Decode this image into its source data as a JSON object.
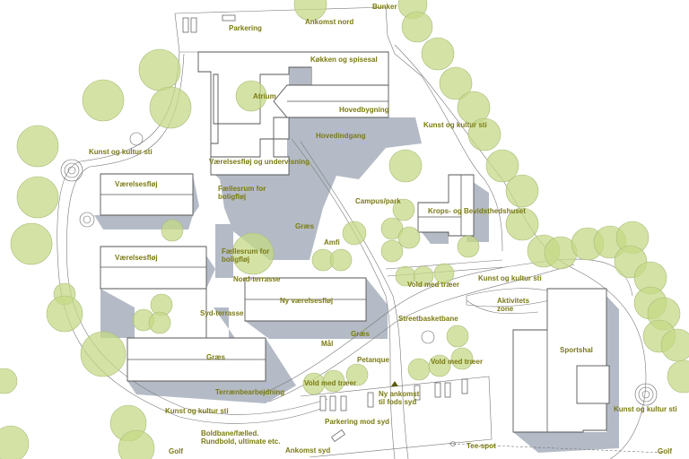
{
  "title": "Site plan",
  "colors": {
    "label": "#7a7a12",
    "tree": "#c5da87",
    "shadow": "#b4bbc6",
    "building_outline": "#555555"
  },
  "labels": {
    "bunker": "Bunker",
    "parkering": "Parkering",
    "ankomst_nord": "Ankomst nord",
    "kokken": "Køkken og spisesal",
    "atrium": "Atrium",
    "hovedbygning": "Hovedbygning",
    "kunst_sti_ne": "Kunst og kultur sti",
    "hovedindgang": "Hovedindgang",
    "kunst_sti_nw": "Kunst og kultur sti",
    "vaerelsesfloj_undervisning": "Værelsesfløj og undervisning",
    "vaerelsesfloj_1": "Værelsesfløj",
    "faellesrum_1": "Fællesrum for boligfløj",
    "campus_park": "Campus/park",
    "krops": "Krops- og Bevidsthedshuset",
    "graes_1": "Græs",
    "amfi": "Amfi",
    "vaerelsesfloj_2": "Værelsesfløj",
    "faellesrum_2": "Fællesrum for boligfløj",
    "nord_terrasse": "Nord-terrasse",
    "kunst_sti_e": "Kunst og kultur sti",
    "vold_1": "Vold med træer",
    "ny_vaerelsesfloj": "Ny værelsesfløj",
    "aktivitets_zone": "Aktivitets zone",
    "syd_terrasse": "Syd-terrasse",
    "streetbasket": "Streetbasketbane",
    "sportshal": "Sportshal",
    "graes_2": "Græs",
    "maal": "Mål",
    "graes_3": "Græs",
    "petanque": "Petanque",
    "vold_2": "Vold med træer",
    "vold_3": "Vold med træer",
    "terraen": "Terrænbearbejdning",
    "ny_ankomst": "Ny ankomst til fods syd",
    "kunst_sti_sw": "Kunst og kultur sti",
    "kunst_sti_se": "Kunst og kultur sti",
    "parkering_syd": "Parkering mod syd",
    "boldbane": "Boldbane/fælled. Rundbold, ultimate etc.",
    "golf_w": "Golf",
    "ankomst_syd": "Ankomst syd",
    "tee_spot": "Tee-spot",
    "golf_e": "Golf"
  }
}
